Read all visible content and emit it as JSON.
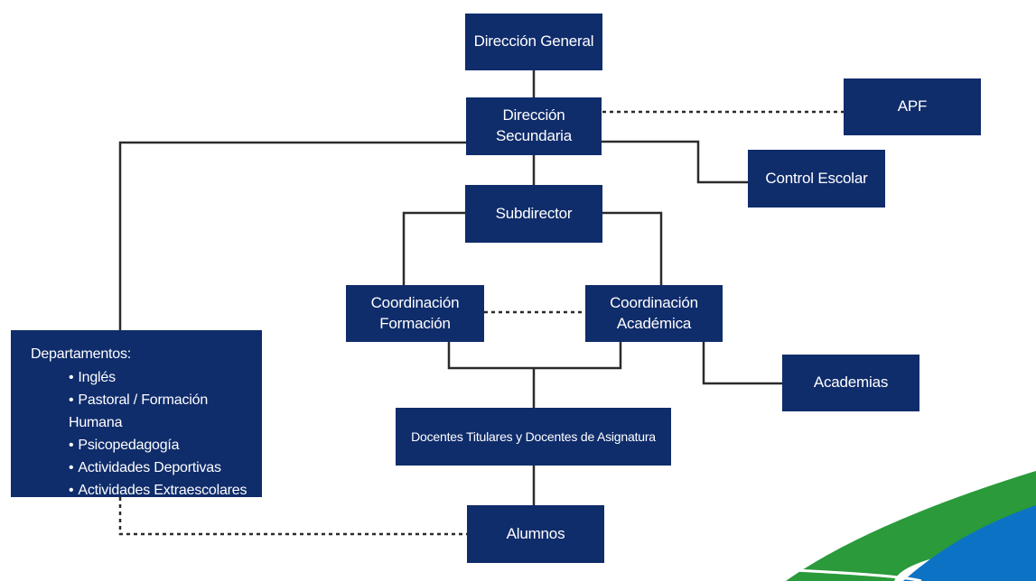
{
  "diagram": {
    "nodes": {
      "direccion_general": "Dirección General",
      "direccion_secundaria": "Dirección Secundaria",
      "apf": "APF",
      "control_escolar": "Control Escolar",
      "subdirector": "Subdirector",
      "coord_formacion": [
        "Coordinación",
        "Formación"
      ],
      "coord_academica": [
        "Coordinación",
        "Académica"
      ],
      "academias": "Academias",
      "docentes": "Docentes Titulares y Docentes de Asignatura",
      "alumnos": "Alumnos",
      "departamentos": {
        "heading": "Departamentos:",
        "items": [
          "Inglés",
          "Pastoral / Formación Humana",
          "Psicopedagogía",
          "Actividades Deportivas",
          "Actividades Extraescolares"
        ]
      }
    },
    "colors": {
      "box": "#0f2c6b",
      "text": "#ffffff",
      "line": "#2b2b2b",
      "swoosh_green": "#2a9a3a",
      "swoosh_blue": "#0c73c4",
      "swoosh_navy": "#143a86"
    }
  }
}
